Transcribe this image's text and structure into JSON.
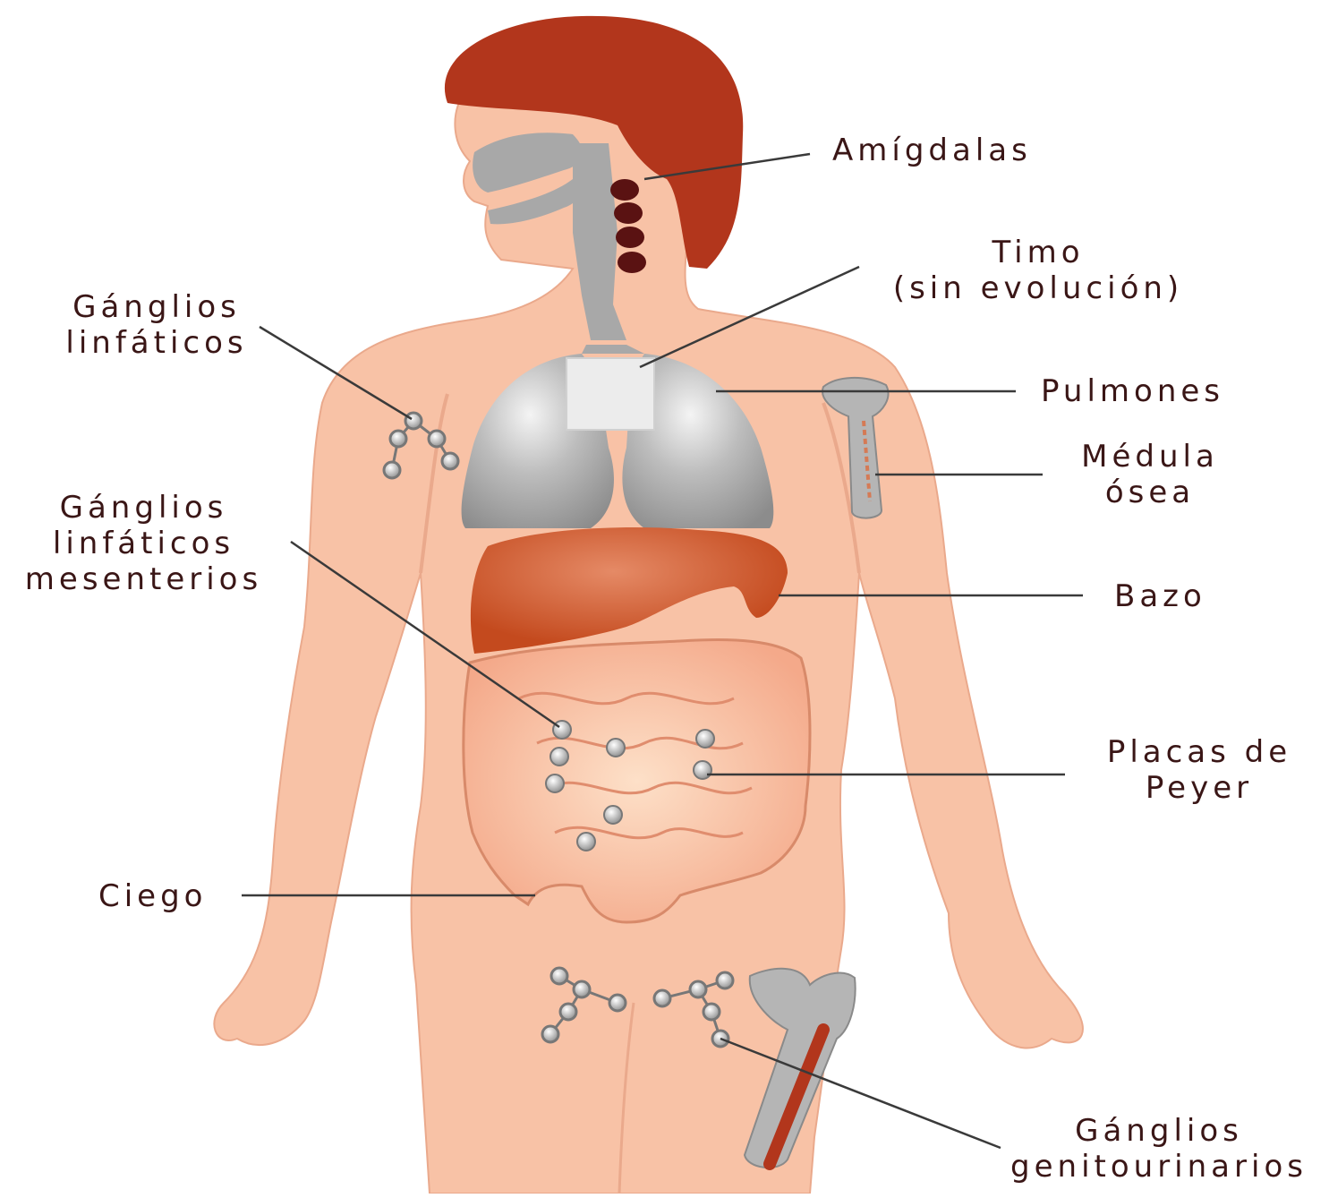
{
  "labels": {
    "amigdalas": "Amígdalas",
    "timo_l1": "Timo",
    "timo_l2": "(sin evolución)",
    "ganglios_l1": "Gánglios",
    "ganglios_l2": "linfáticos",
    "pulmones": "Pulmones",
    "medula_l1": "Médula",
    "medula_l2": "ósea",
    "mesent_l1": "Gánglios",
    "mesent_l2": "linfáticos",
    "mesent_l3": "mesenterios",
    "bazo": "Bazo",
    "peyer_l1": "Placas de",
    "peyer_l2": "Peyer",
    "ciego": "Ciego",
    "genito_l1": "Gánglios",
    "genito_l2": "genitourinarios"
  },
  "colors": {
    "skin": "#f8c2a6",
    "skin_shade": "#e8a58a",
    "hair": "#b2361c",
    "organ_grey": "#a8a8a8",
    "liver": "#c44a1e",
    "intestine": "#f4a98a",
    "tonsil": "#5a1212",
    "leader_line": "#3a3a3a",
    "text": "#3a1616"
  }
}
